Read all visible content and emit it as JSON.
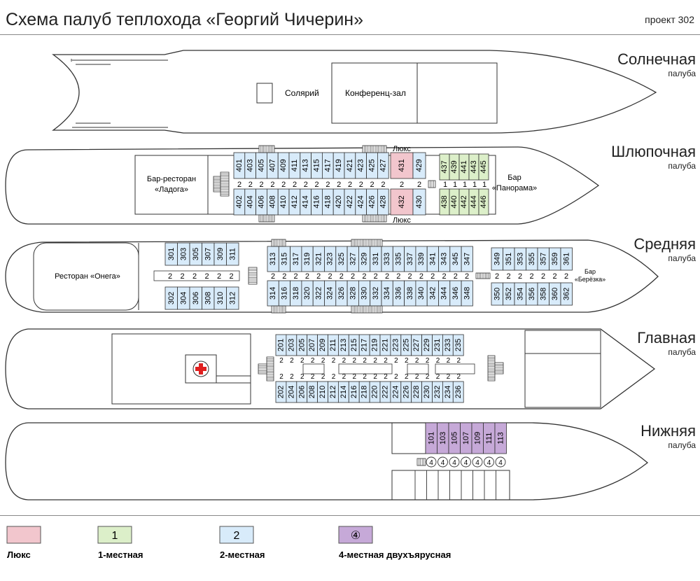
{
  "title": "Схема палуб теплохода «Георгий Чичерин»",
  "project": "проект 302",
  "colors": {
    "lux": "#f2c6cd",
    "single": "#dcefc9",
    "double": "#d8ebfa",
    "quad": "#c6a9d8"
  },
  "decks": [
    {
      "id": "sun",
      "name": "Солнечная",
      "sub": "палуба"
    },
    {
      "id": "boat",
      "name": "Шлюпочная",
      "sub": "палуба"
    },
    {
      "id": "middle",
      "name": "Средняя",
      "sub": "палуба"
    },
    {
      "id": "main",
      "name": "Главная",
      "sub": "палуба"
    },
    {
      "id": "lower",
      "name": "Нижняя",
      "sub": "палуба"
    }
  ],
  "labels": {
    "solarium": "Солярий",
    "conference": "Конференц-зал",
    "bar_ladoga_1": "Бар-ресторан",
    "bar_ladoga_2": "«Ладога»",
    "bar_panorama_1": "Бар",
    "bar_panorama_2": "«Панорама»",
    "lux_top": "Люкс",
    "lux_bottom": "Люкс",
    "rest_onega": "Ресторан «Онега»",
    "bar_berezka_1": "Бар",
    "bar_berezka_2": "«Берёзка»"
  },
  "cabins": {
    "boat_top": [
      "401",
      "403",
      "405",
      "407",
      "409",
      "411",
      "413",
      "415",
      "417",
      "419",
      "421",
      "423",
      "425",
      "427"
    ],
    "boat_bottom": [
      "402",
      "404",
      "406",
      "408",
      "410",
      "412",
      "414",
      "416",
      "418",
      "420",
      "422",
      "424",
      "426",
      "428"
    ],
    "boat_lux_top": "431",
    "boat_lux_bottom": "432",
    "boat_after_top": "429",
    "boat_after_bottom": "430",
    "boat_single_top": [
      "437",
      "439",
      "441",
      "443",
      "445"
    ],
    "boat_single_bottom": [
      "438",
      "440",
      "442",
      "444",
      "446"
    ],
    "mid_fwd_top": [
      "301",
      "303",
      "305",
      "307",
      "309",
      "311"
    ],
    "mid_fwd_bottom": [
      "302",
      "304",
      "306",
      "308",
      "310",
      "312"
    ],
    "mid_top": [
      "313",
      "315",
      "317",
      "319",
      "321",
      "323",
      "325",
      "327",
      "329",
      "331",
      "333",
      "335",
      "337",
      "339",
      "341",
      "343",
      "345",
      "347"
    ],
    "mid_bottom": [
      "314",
      "316",
      "318",
      "320",
      "322",
      "324",
      "326",
      "328",
      "330",
      "332",
      "334",
      "336",
      "338",
      "340",
      "342",
      "344",
      "346",
      "348"
    ],
    "mid_aft_top": [
      "349",
      "351",
      "353",
      "355",
      "357",
      "359",
      "361"
    ],
    "mid_aft_bottom": [
      "350",
      "352",
      "354",
      "356",
      "358",
      "360",
      "362"
    ],
    "main_top": [
      "201",
      "203",
      "205",
      "207",
      "209",
      "211",
      "213",
      "215",
      "217",
      "219",
      "221",
      "223",
      "225",
      "227",
      "229",
      "231",
      "233",
      "235"
    ],
    "main_bottom": [
      "202",
      "204",
      "206",
      "208",
      "210",
      "212",
      "214",
      "216",
      "218",
      "220",
      "222",
      "224",
      "226",
      "228",
      "230",
      "232",
      "234",
      "236"
    ],
    "lower": [
      "101",
      "103",
      "105",
      "107",
      "109",
      "111",
      "113"
    ]
  },
  "legend": [
    {
      "text": "Люкс",
      "swatch": ""
    },
    {
      "text": "1-местная",
      "swatch": "1"
    },
    {
      "text": "2-местная",
      "swatch": "2"
    },
    {
      "text": "4-местная двухъярусная",
      "swatch": "④"
    }
  ]
}
